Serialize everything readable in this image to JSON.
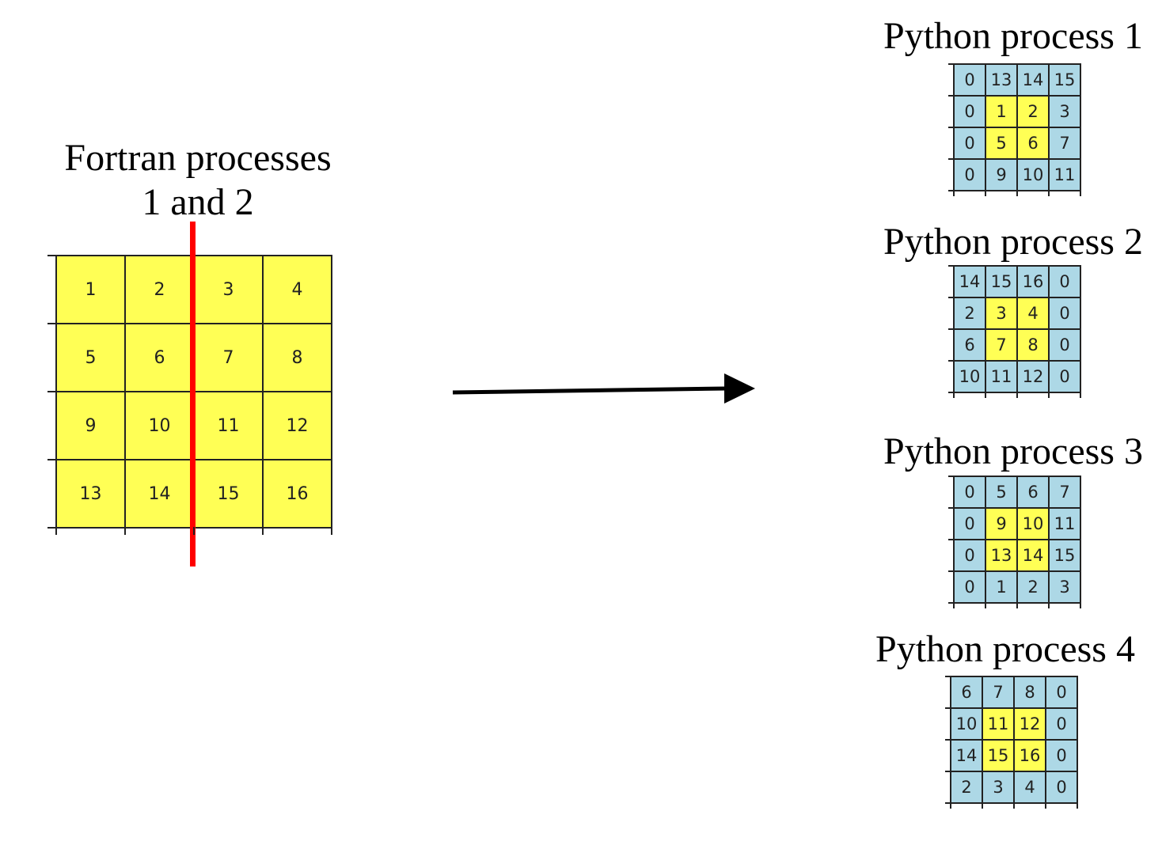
{
  "fortran": {
    "title_line1": "Fortran processes",
    "title_line2": "1 and 2",
    "cells": [
      [
        "1",
        "2",
        "3",
        "4"
      ],
      [
        "5",
        "6",
        "7",
        "8"
      ],
      [
        "9",
        "10",
        "11",
        "12"
      ],
      [
        "13",
        "14",
        "15",
        "16"
      ]
    ],
    "fill_color": "#ffff55"
  },
  "python": [
    {
      "title": "Python process 1",
      "cells": [
        [
          "0",
          "13",
          "14",
          "15"
        ],
        [
          "0",
          "1",
          "2",
          "3"
        ],
        [
          "0",
          "5",
          "6",
          "7"
        ],
        [
          "0",
          "9",
          "10",
          "11"
        ]
      ],
      "highlight": [
        [
          1,
          1
        ],
        [
          1,
          2
        ],
        [
          2,
          1
        ],
        [
          2,
          2
        ]
      ]
    },
    {
      "title": "Python process 2",
      "cells": [
        [
          "14",
          "15",
          "16",
          "0"
        ],
        [
          "2",
          "3",
          "4",
          "0"
        ],
        [
          "6",
          "7",
          "8",
          "0"
        ],
        [
          "10",
          "11",
          "12",
          "0"
        ]
      ],
      "highlight": [
        [
          1,
          1
        ],
        [
          1,
          2
        ],
        [
          2,
          1
        ],
        [
          2,
          2
        ]
      ]
    },
    {
      "title": "Python process 3",
      "cells": [
        [
          "0",
          "5",
          "6",
          "7"
        ],
        [
          "0",
          "9",
          "10",
          "11"
        ],
        [
          "0",
          "13",
          "14",
          "15"
        ],
        [
          "0",
          "1",
          "2",
          "3"
        ]
      ],
      "highlight": [
        [
          1,
          1
        ],
        [
          1,
          2
        ],
        [
          2,
          1
        ],
        [
          2,
          2
        ]
      ]
    },
    {
      "title": "Python process 4",
      "cells": [
        [
          "6",
          "7",
          "8",
          "0"
        ],
        [
          "10",
          "11",
          "12",
          "0"
        ],
        [
          "14",
          "15",
          "16",
          "0"
        ],
        [
          "2",
          "3",
          "4",
          "0"
        ]
      ],
      "highlight": [
        [
          1,
          1
        ],
        [
          1,
          2
        ],
        [
          2,
          1
        ],
        [
          2,
          2
        ]
      ]
    }
  ],
  "colors": {
    "local": "#ffff55",
    "halo": "#add8e6",
    "split_line": "#ff0000",
    "arrow": "#000000"
  }
}
